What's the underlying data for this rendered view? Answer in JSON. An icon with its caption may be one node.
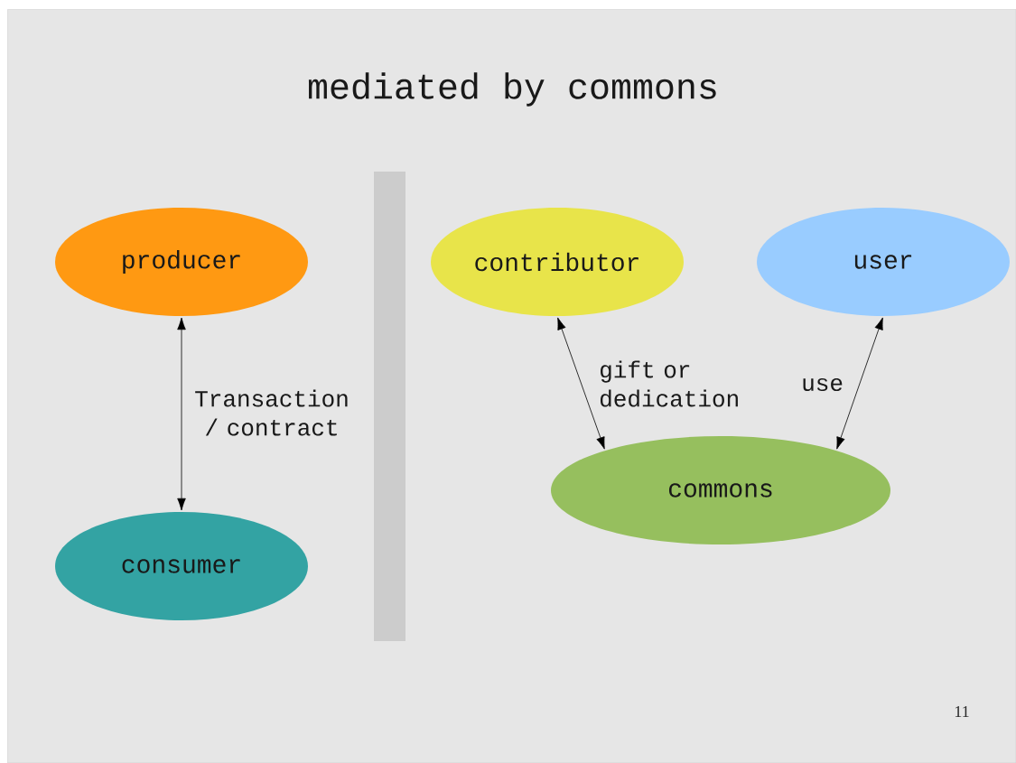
{
  "diagram": {
    "title": "mediated by commons",
    "nodes": [
      {
        "text": [
          "producer"
        ]
      },
      {
        "text": [
          "consumer"
        ]
      },
      {
        "text": [
          "contributor"
        ]
      },
      {
        "text": [
          "user"
        ]
      },
      {
        "text": [
          "commons"
        ]
      },
      {
        "text": [],
        "shape": "bar"
      }
    ],
    "edges": [
      {
        "from": 0,
        "to": 1,
        "arrow": "both",
        "label": "Transaction / contract"
      },
      {
        "from": 2,
        "to": 4,
        "arrow": "both",
        "label": "gift or dedication"
      },
      {
        "from": 3,
        "to": 4,
        "arrow": "both",
        "label": "use"
      }
    ],
    "labels": [
      "11"
    ]
  }
}
